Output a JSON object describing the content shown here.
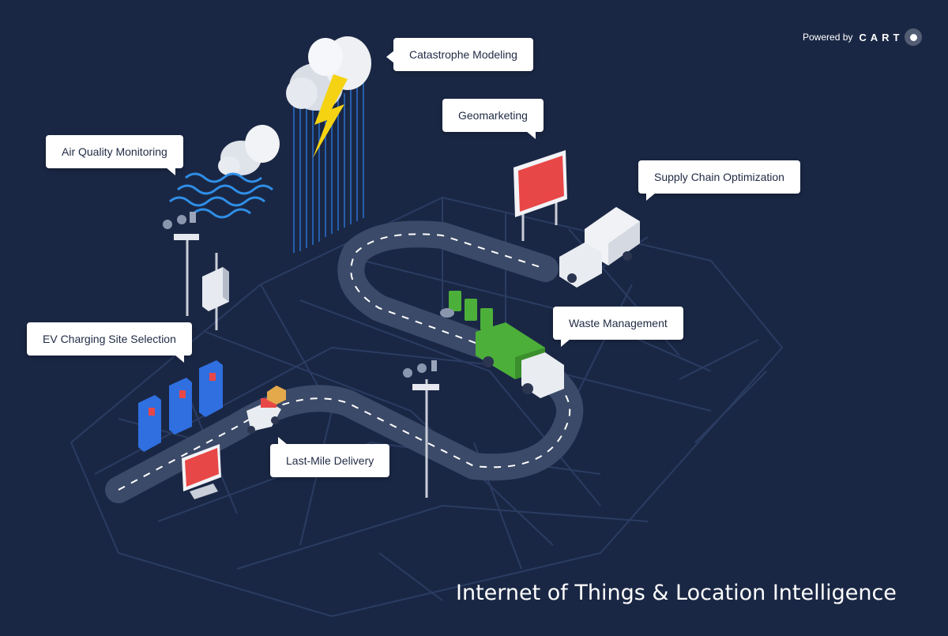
{
  "powered_by": {
    "label": "Powered by",
    "brand": "CART"
  },
  "headline": "Internet of Things & Location Intelligence",
  "callouts": {
    "catastrophe": "Catastrophe Modeling",
    "geomarketing": "Geomarketing",
    "air_quality": "Air Quality Monitoring",
    "supply_chain": "Supply Chain Optimization",
    "waste": "Waste Management",
    "ev_charging": "EV Charging Site Selection",
    "last_mile": "Last-Mile Delivery"
  },
  "icons": [
    "storm-cloud-icon",
    "lightning-icon",
    "rain-icon",
    "billboard-icon",
    "delivery-truck-icon",
    "cloud-icon",
    "air-waves-icon",
    "weather-station-icon",
    "sensor-box-icon",
    "recycling-bin-icon",
    "garbage-truck-icon",
    "ev-charger-icon",
    "scooter-icon",
    "package-icon",
    "digital-screen-icon"
  ],
  "colors": {
    "background": "#1a2744",
    "road": "#3b4a68",
    "street_lines": "#2c3f66",
    "billboard": "#e84747",
    "garbage_truck": "#4caf3a",
    "ev_charger": "#2f6fe0",
    "lightning": "#f5d312",
    "rain": "#2f7fe8",
    "callout_bg": "#ffffff",
    "callout_text": "#1f2a44"
  }
}
